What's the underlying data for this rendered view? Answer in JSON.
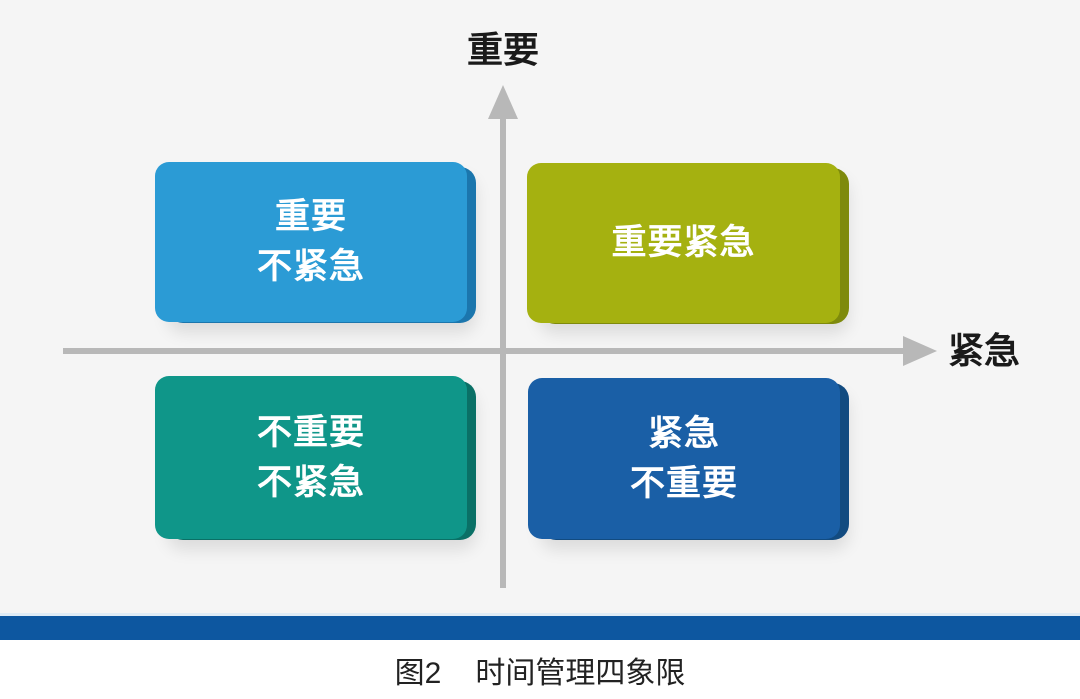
{
  "figure": {
    "axes": {
      "y_label": "重要",
      "x_label": "紧急"
    },
    "quadrants": [
      {
        "id": "important-not-urgent",
        "position": "top-left",
        "lines": [
          "重要",
          "不紧急"
        ],
        "color": "#2b9bd5",
        "edge_color": "#1b76ad"
      },
      {
        "id": "important-urgent",
        "position": "top-right",
        "lines": [
          "重要紧急"
        ],
        "color": "#a5b110",
        "edge_color": "#7e8a0c"
      },
      {
        "id": "not-important-not-urgent",
        "position": "bottom-left",
        "lines": [
          "不重要",
          "不紧急"
        ],
        "color": "#0f9689",
        "edge_color": "#0a7066"
      },
      {
        "id": "urgent-not-important",
        "position": "bottom-right",
        "lines": [
          "紧急",
          "不重要"
        ],
        "color": "#1a5fa6",
        "edge_color": "#124b80"
      }
    ],
    "caption": {
      "figure_number": "图2",
      "title": "时间管理四象限"
    },
    "colors": {
      "background": "#f5f5f5",
      "axis": "#b8b8b8",
      "divider_bar": "#0d57a0",
      "divider_highlight": "#dfecf6",
      "label_text": "#1a1a1a",
      "quadrant_text": "#ffffff",
      "caption_text": "#222222"
    }
  }
}
